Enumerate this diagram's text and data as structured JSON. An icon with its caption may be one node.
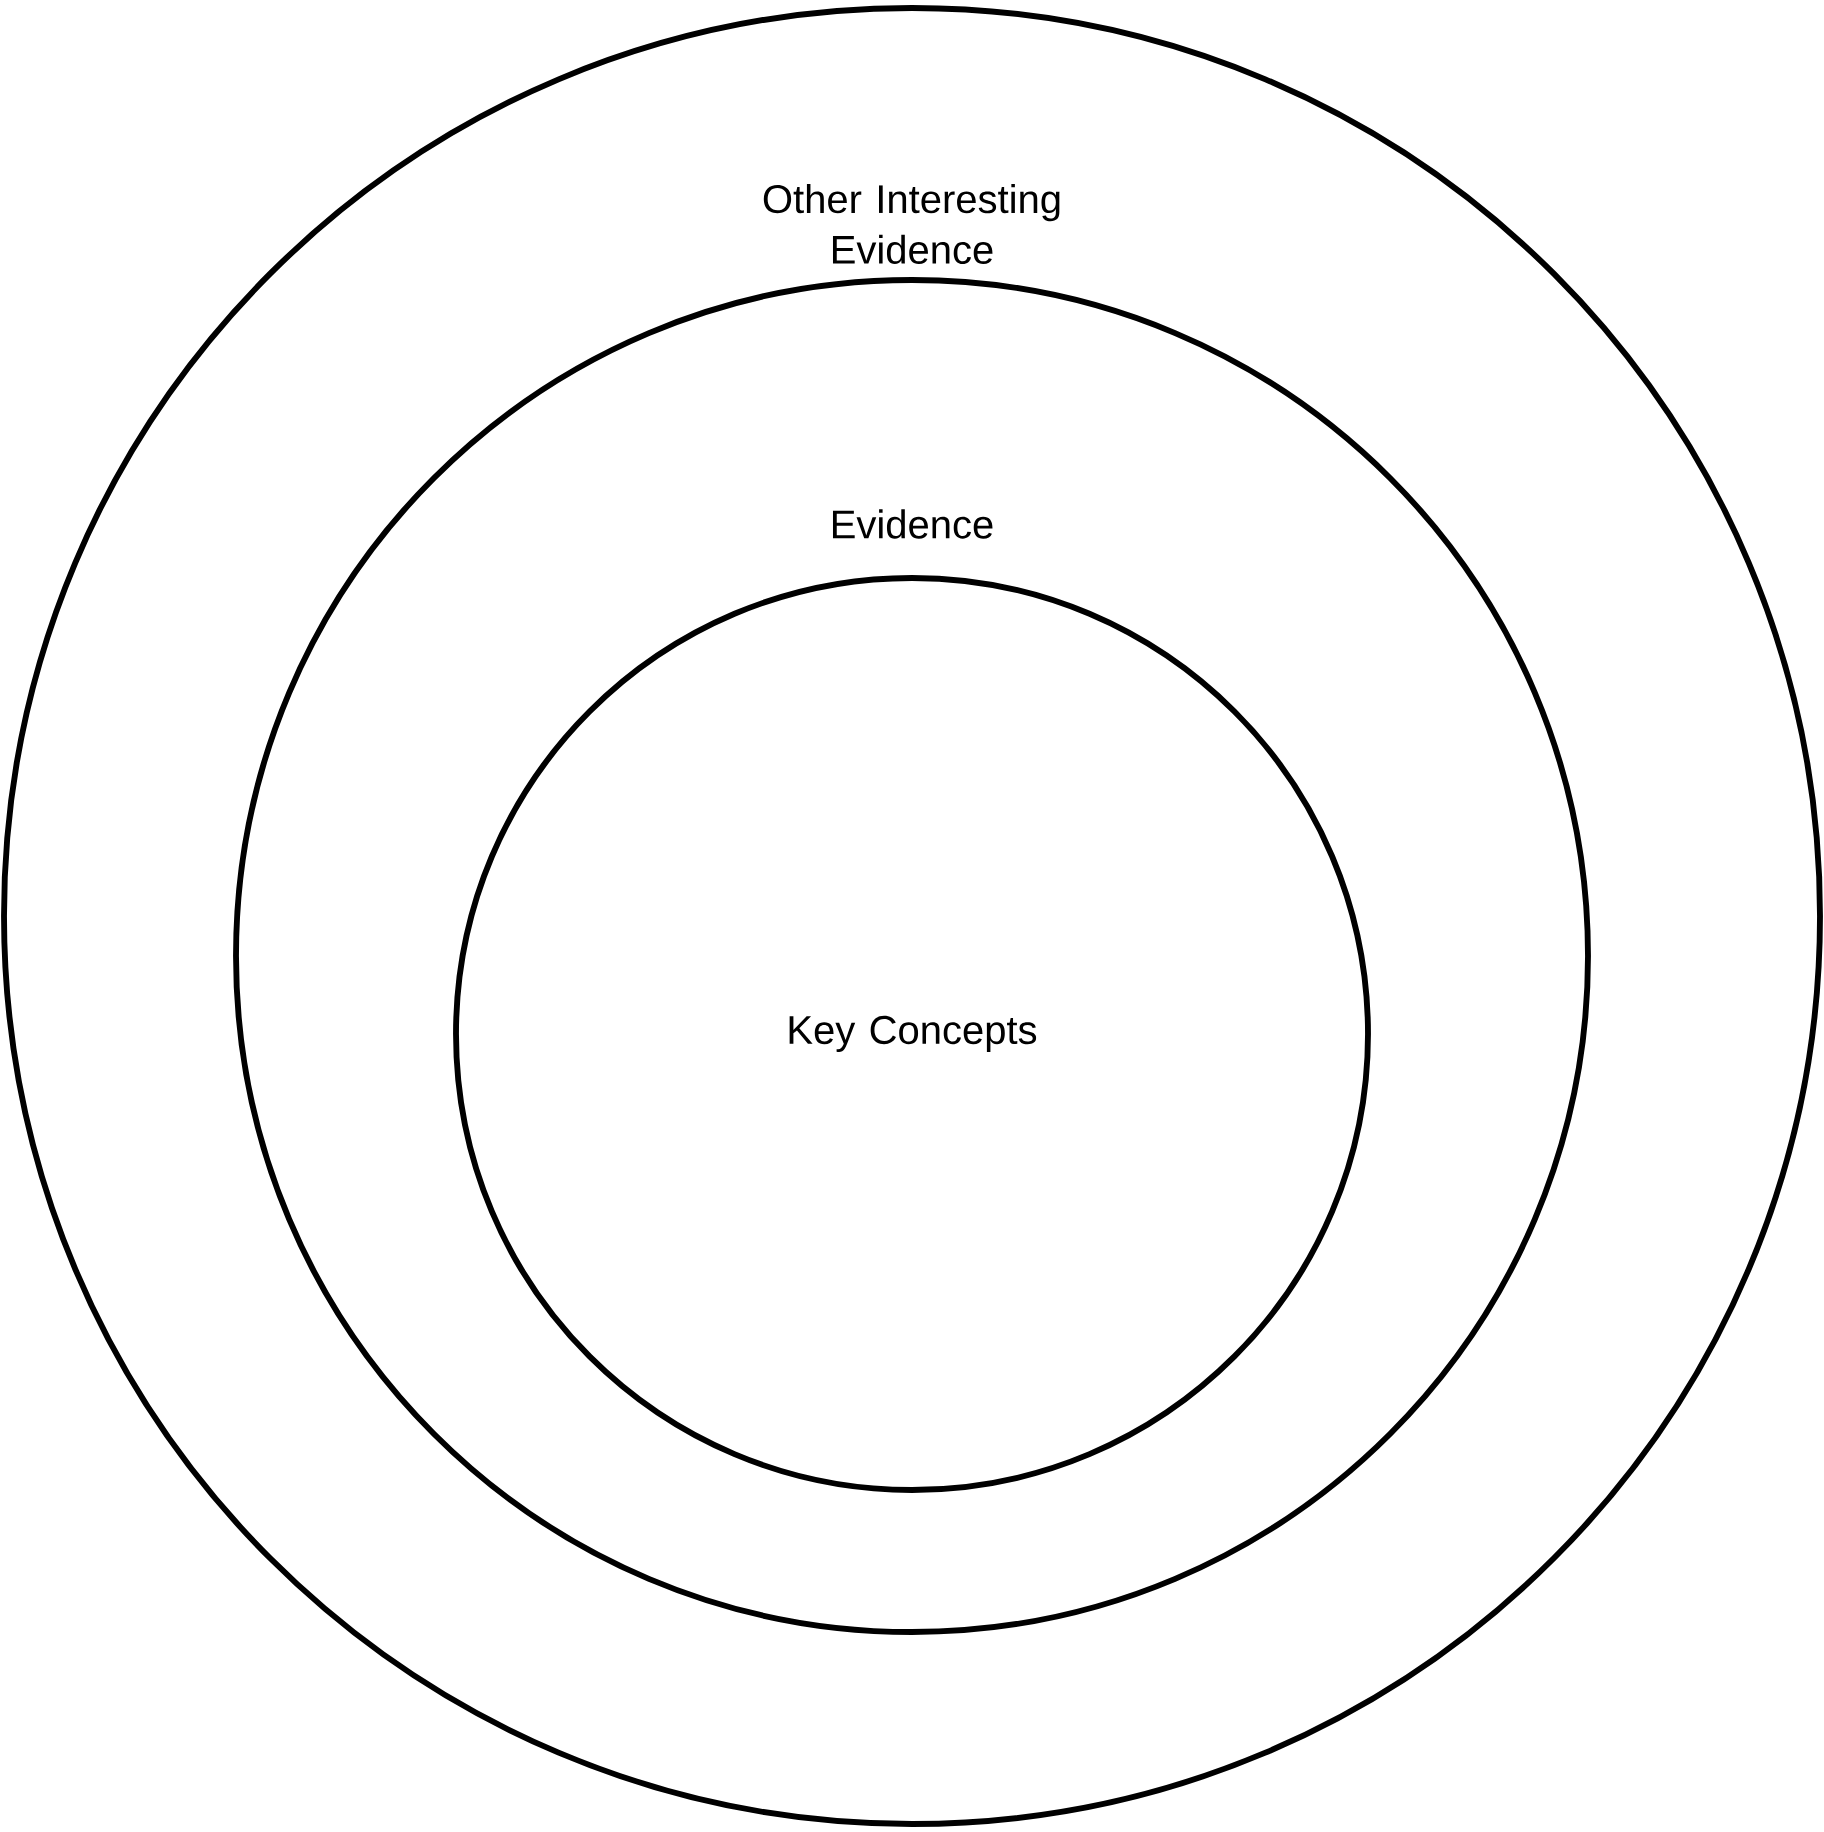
{
  "diagram": {
    "nodes": [
      {
        "text": [
          "Other Interesting Evidence"
        ]
      },
      {
        "text": [
          "Evidence"
        ],
        "in": 0
      },
      {
        "text": [
          "Key Concepts"
        ],
        "in": 1
      }
    ]
  }
}
